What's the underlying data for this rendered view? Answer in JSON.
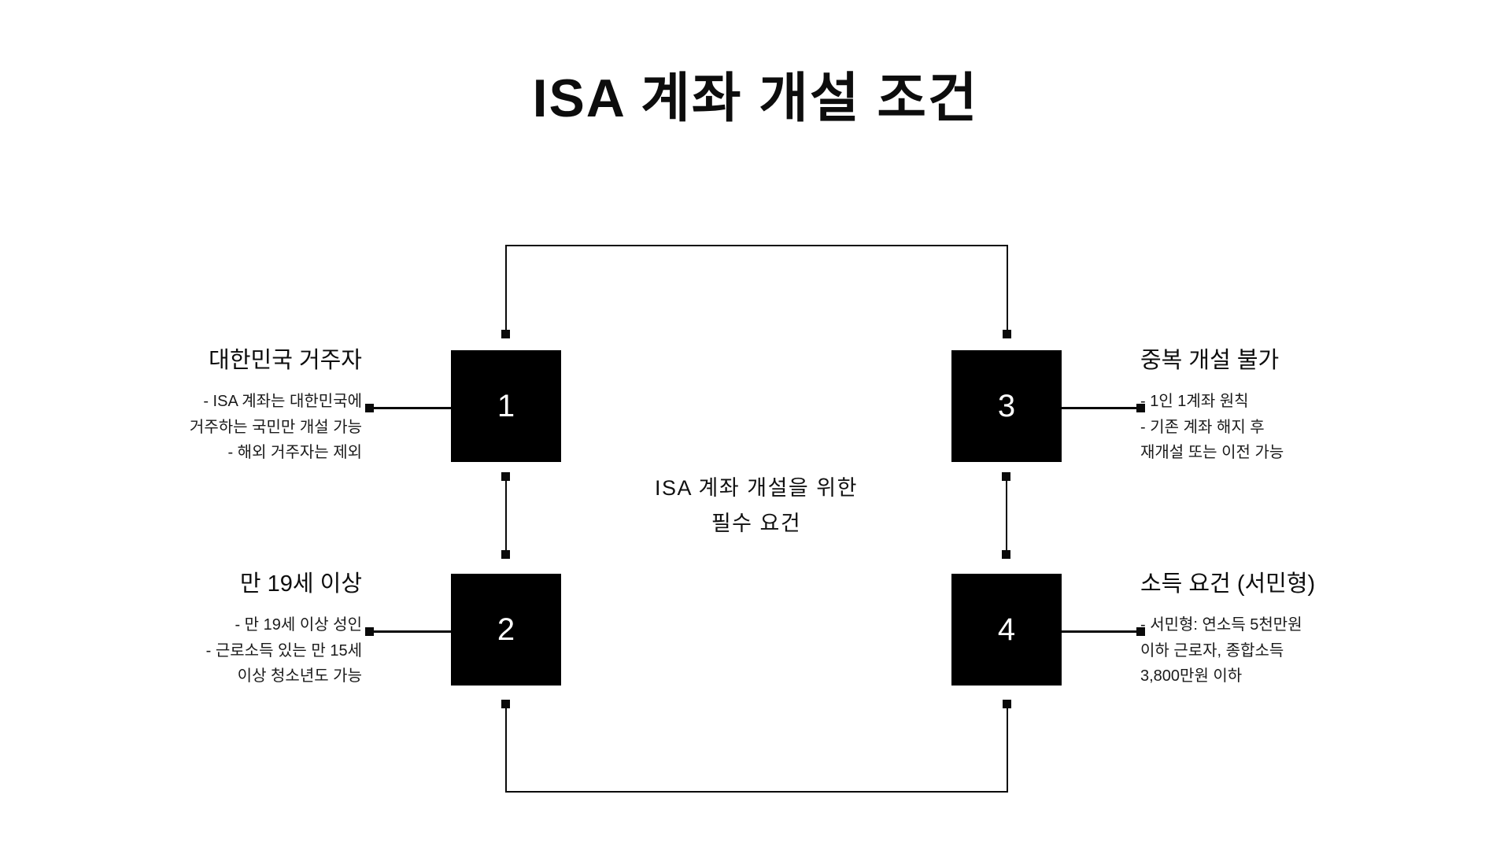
{
  "page": {
    "title": "ISA 계좌 개설 조건",
    "background_color": "#ffffff",
    "accent_color": "#000000",
    "text_color": "#111111"
  },
  "center": {
    "line1": "ISA 계좌 개설을 위한",
    "line2": "필수 요건"
  },
  "nodes": [
    {
      "number": "1",
      "side": "left",
      "heading": "대한민국 거주자",
      "lines": [
        "- ISA 계좌는 대한민국에",
        "거주하는 국민만 개설 가능",
        "- 해외 거주자는 제외"
      ]
    },
    {
      "number": "2",
      "side": "left",
      "heading": "만 19세 이상",
      "lines": [
        "- 만 19세 이상 성인",
        "- 근로소득 있는 만 15세",
        "이상 청소년도 가능"
      ]
    },
    {
      "number": "3",
      "side": "right",
      "heading": "중복 개설 불가",
      "lines": [
        "- 1인 1계좌 원칙",
        "- 기존 계좌 해지 후",
        "재개설 또는 이전 가능"
      ]
    },
    {
      "number": "4",
      "side": "right",
      "heading": "소득 요건 (서민형)",
      "lines": [
        "- 서민형: 연소득 5천만원",
        "이하 근로자, 종합소득",
        "3,800만원 이하"
      ]
    }
  ]
}
